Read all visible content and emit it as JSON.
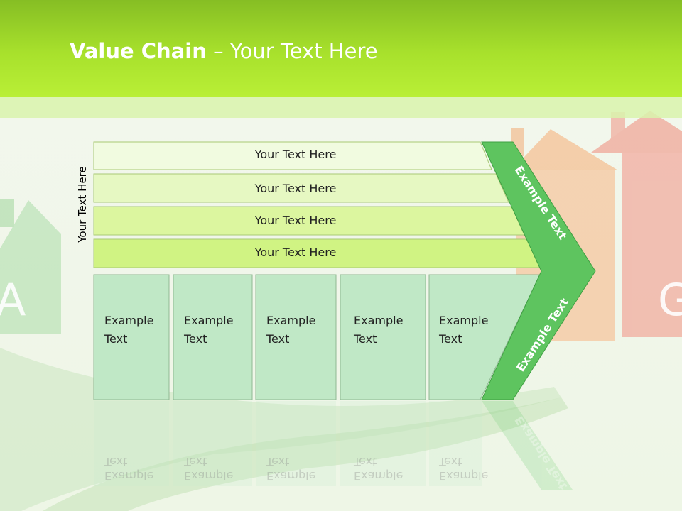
{
  "title": {
    "bold": "Value Chain",
    "rest": " – Your Text Here"
  },
  "side_label": "Your Text Here",
  "bars": [
    {
      "label": "Your Text Here"
    },
    {
      "label": "Your Text Here"
    },
    {
      "label": "Your Text Here"
    },
    {
      "label": "Your Text Here"
    }
  ],
  "boxes": [
    {
      "line1": "Example",
      "line2": "Text"
    },
    {
      "line1": "Example",
      "line2": "Text"
    },
    {
      "line1": "Example",
      "line2": "Text"
    },
    {
      "line1": "Example",
      "line2": "Text"
    },
    {
      "line1": "Example",
      "line2": "Text"
    }
  ],
  "chevron": {
    "upper": "Example Text",
    "lower": "Example Text"
  },
  "background_letters": {
    "left": "A",
    "right": "G"
  },
  "colors": {
    "header": "#a8e12c",
    "bar_fills": [
      "#f1fbe0",
      "#e6f8c2",
      "#dcf69f",
      "#d0f383"
    ],
    "box_fill": "#c0e8c6",
    "chevron": "#5ec45f"
  }
}
